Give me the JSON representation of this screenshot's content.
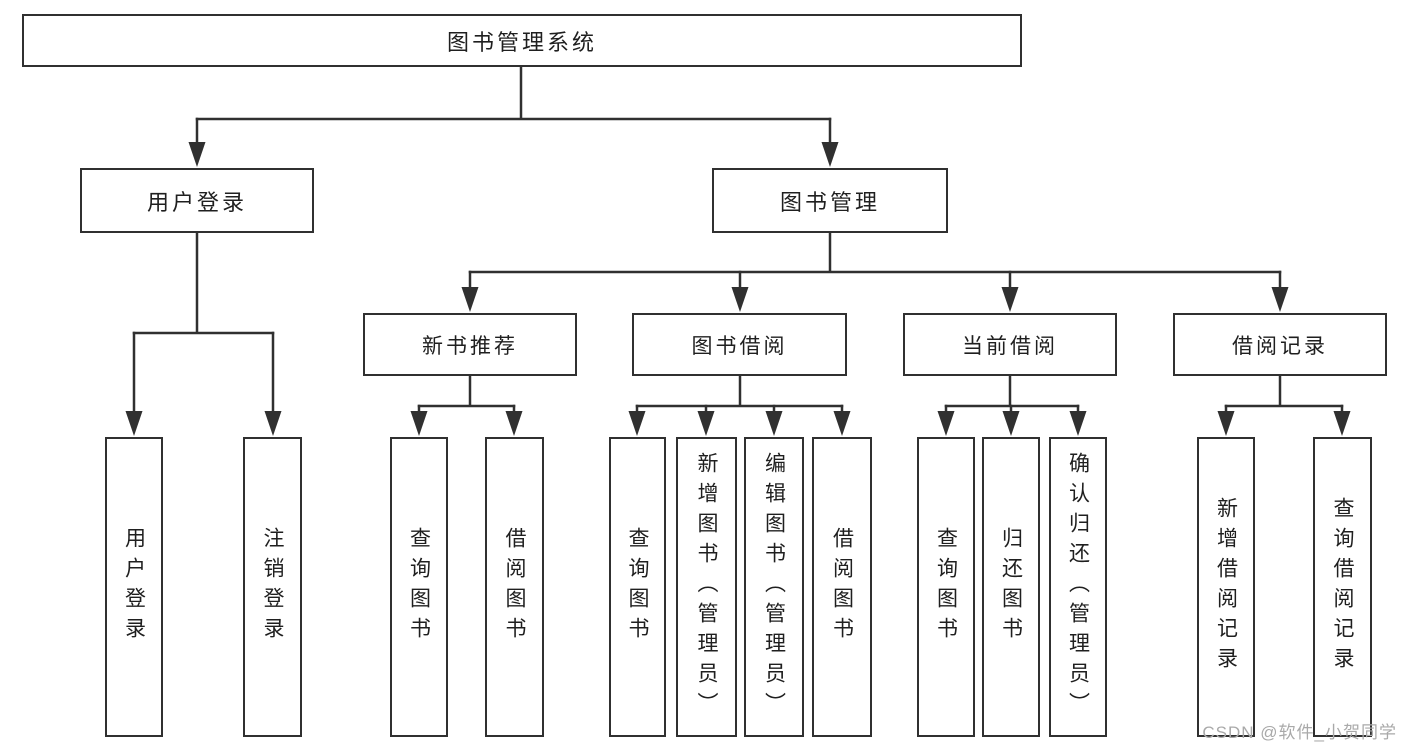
{
  "diagram": {
    "tree": {
      "root": {
        "label": "图书管理系统"
      },
      "user_login": {
        "label": "用户登录",
        "children": [
          "用户登录",
          "注销登录"
        ]
      },
      "book_management": {
        "label": "图书管理"
      },
      "new_book_recommend": {
        "label": "新书推荐",
        "children": [
          "查询图书",
          "借阅图书"
        ]
      },
      "book_borrow": {
        "label": "图书借阅",
        "children": [
          "查询图书",
          "新增图书（管理员）",
          "编辑图书（管理员）",
          "借阅图书"
        ]
      },
      "current_borrow": {
        "label": "当前借阅",
        "children": [
          "查询图书",
          "归还图书",
          "确认归还（管理员）"
        ]
      },
      "borrow_record": {
        "label": "借阅记录",
        "children": [
          "新增借阅记录",
          "查询借阅记录"
        ]
      }
    },
    "watermark": "CSDN @软件_小贺同学",
    "colors": {
      "line": "#303030",
      "text": "#1f1f1f",
      "box_background": "#ffffff",
      "watermark": "#a9a9a9",
      "background": "#ffffff"
    }
  }
}
